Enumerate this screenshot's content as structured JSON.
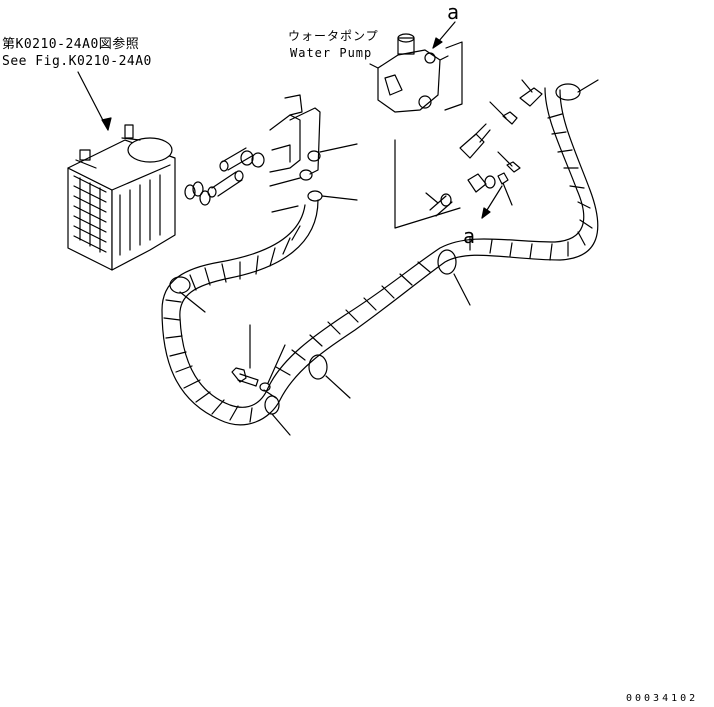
{
  "labels": {
    "ref_fig_jp": "第K0210-24A0図参照",
    "ref_fig_en": "See Fig.K0210-24A0",
    "water_pump_jp": "ウォータポンプ",
    "water_pump_en": "Water Pump",
    "ref_a_top": "a",
    "ref_a_bottom": "a",
    "doc_number": "00034102"
  },
  "colors": {
    "line": "#000000",
    "background": "#ffffff"
  },
  "parts": [
    "heater-unit-icon",
    "water-pump-icon",
    "heater-hose",
    "hose-clamp-icon",
    "bolt-icon",
    "washer-icon",
    "fitting-icon",
    "valve-icon"
  ]
}
